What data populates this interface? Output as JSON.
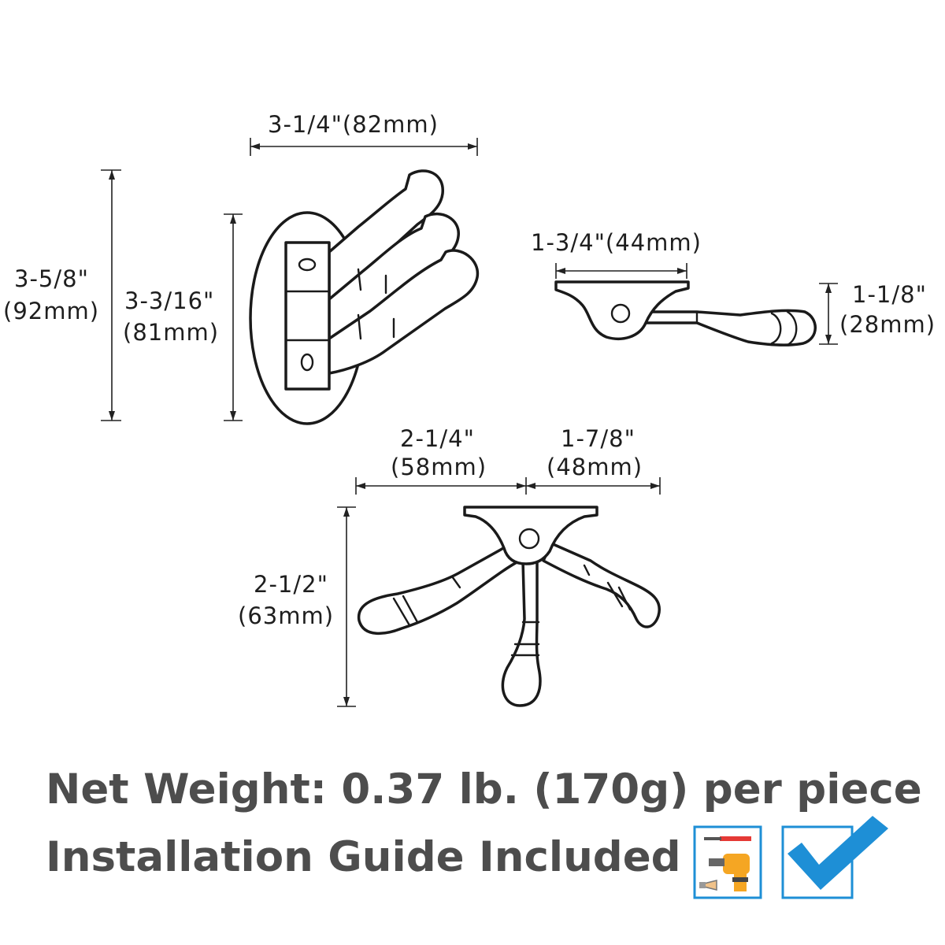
{
  "dimensions": {
    "overall_width": "3-1/4\"(82mm)",
    "overall_height_in": "3-5/8\"",
    "overall_height_mm": "(92mm)",
    "plate_height_in": "3-3/16\"",
    "plate_height_mm": "(81mm)",
    "side_plate_width": "1-3/4\"(44mm)",
    "side_depth_in": "1-1/8\"",
    "side_depth_mm": "(28mm)",
    "top_left_width_in": "2-1/4\"",
    "top_left_width_mm": "(58mm)",
    "top_right_width_in": "1-7/8\"",
    "top_right_width_mm": "(48mm)",
    "top_depth_in": "2-1/2\"",
    "top_depth_mm": "(63mm)"
  },
  "captions": {
    "weight": "Net Weight: 0.37 lb. (170g) per piece",
    "installation": "Installation Guide Included"
  },
  "colors": {
    "caption": "#4d4d4d",
    "tool_icon_border": "#1e8fd6",
    "checkmark": "#1e8fd6"
  },
  "icons": [
    "tools-icon",
    "checkmark-icon"
  ]
}
